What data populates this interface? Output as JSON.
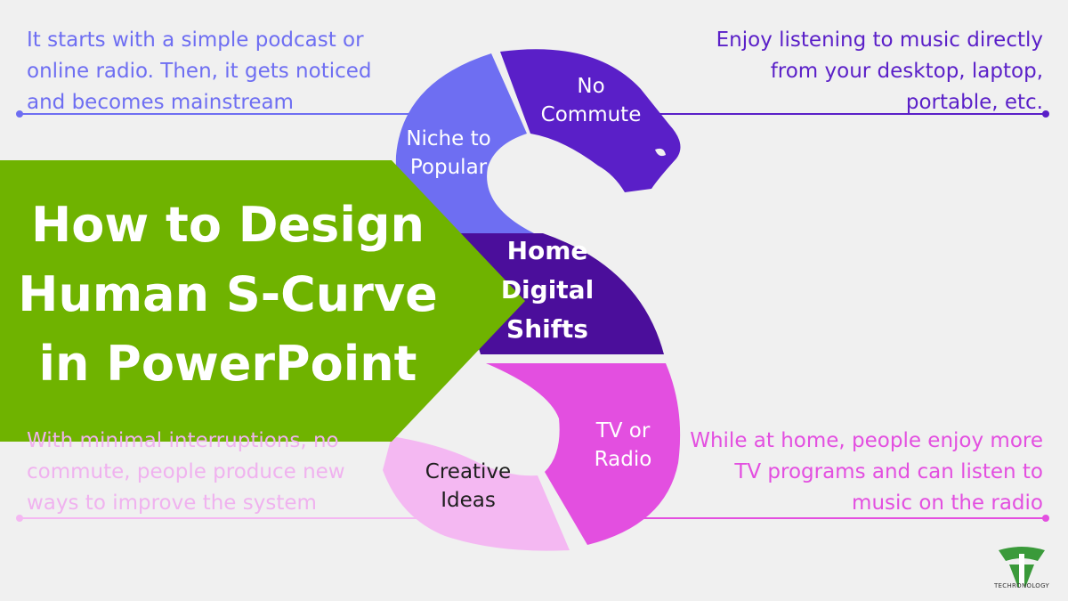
{
  "notes": {
    "top_left": "It starts with a simple podcast or online radio. Then, it gets noticed and becomes mainstream",
    "top_right": "Enjoy listening to music directly from your desktop, laptop, portable, etc.",
    "bottom_left": "With minimal interruptions, no commute, people produce new ways to improve the system",
    "bottom_right": "While at home, people enjoy more TV programs and can listen to music on the radio"
  },
  "segments": {
    "niche": "Niche to Popular",
    "commute": "No Commute",
    "home": "Home Digital Shifts",
    "tv": "TV or Radio",
    "creative": "Creative Ideas"
  },
  "banner": {
    "line1": "How to Design",
    "line2": "Human S-Curve",
    "line3": "in PowerPoint"
  },
  "logo": {
    "name": "TECHRONOLOGY"
  },
  "colors": {
    "background": "#f0f0f0",
    "periwinkle": "#6e6ef2",
    "violet": "#5a1fc8",
    "deep_purple": "#4b0e9b",
    "magenta": "#e34fe0",
    "light_pink": "#f4b8f2",
    "banner_green": "#6fb300",
    "logo_green": "#3a9a3a"
  },
  "icons": [
    "techronology-logo-icon"
  ]
}
